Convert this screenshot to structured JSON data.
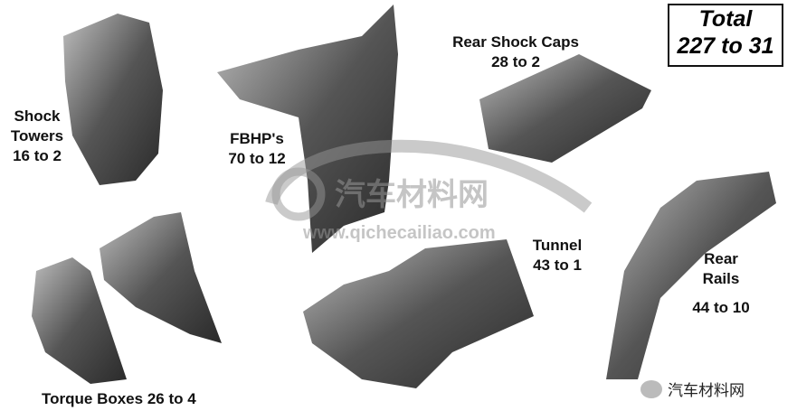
{
  "total": {
    "title": "Total",
    "value": "227 to 31"
  },
  "labels": {
    "shock_towers": {
      "name1": "Shock",
      "name2": "Towers",
      "value": "16 to 2"
    },
    "fbhps": {
      "name": "FBHP's",
      "value": "70 to 12"
    },
    "rear_shock_caps": {
      "name": "Rear Shock Caps",
      "value": "28 to 2"
    },
    "tunnel": {
      "name": "Tunnel",
      "value": "43 to 1"
    },
    "rear_rails": {
      "name1": "Rear",
      "name2": "Rails",
      "value": "44 to 10"
    },
    "torque_boxes": {
      "text": "Torque Boxes 26 to 4"
    }
  },
  "watermark": {
    "cn": "汽车材料网",
    "url": "www.qichecailiao.com"
  },
  "brand": {
    "text": "汽车材料网"
  }
}
